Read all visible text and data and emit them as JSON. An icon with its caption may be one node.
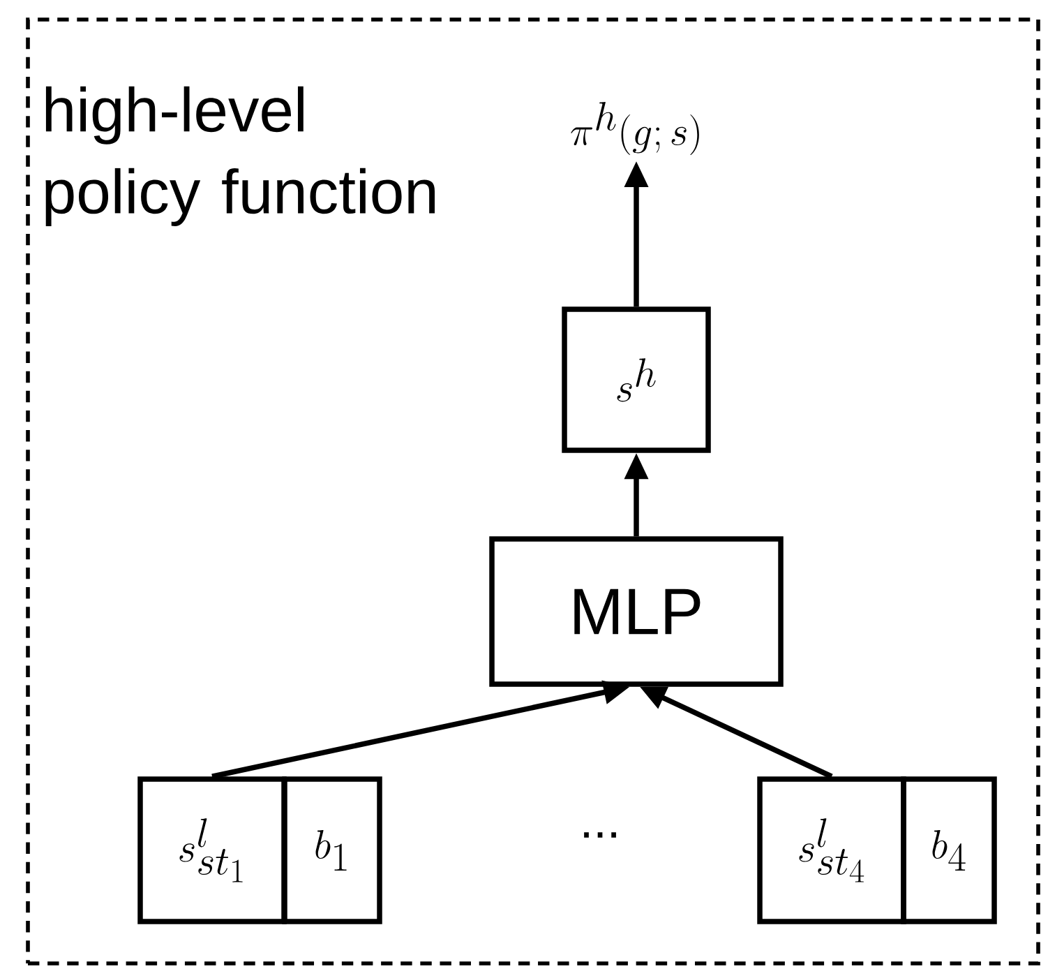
{
  "diagram": {
    "nodes": [
      {
        "text": [
          "high-level policy function"
        ]
      },
      {
        "text": [
          "\\pi^{h}(g; s)"
        ],
        "in": 0
      },
      {
        "text": [
          "s^{h}"
        ],
        "in": 0
      },
      {
        "text": [
          "MLP"
        ],
        "in": 0
      },
      {
        "text": [
          "s^{l}_{st_{1}}"
        ],
        "in": 0
      },
      {
        "text": [
          "b_{1}"
        ],
        "in": 0
      },
      {
        "text": [
          "s^{l}_{st_{4}}"
        ],
        "in": 0
      },
      {
        "text": [
          "b_{4}"
        ],
        "in": 0
      }
    ],
    "edges": [
      {
        "from": 2,
        "to": 1,
        "arrow": "to"
      },
      {
        "from": 3,
        "to": 2,
        "arrow": "to"
      },
      {
        "from": 4,
        "to": 3,
        "arrow": "to"
      },
      {
        "from": 6,
        "to": 3,
        "arrow": "to"
      }
    ],
    "labels": [
      "..."
    ]
  }
}
